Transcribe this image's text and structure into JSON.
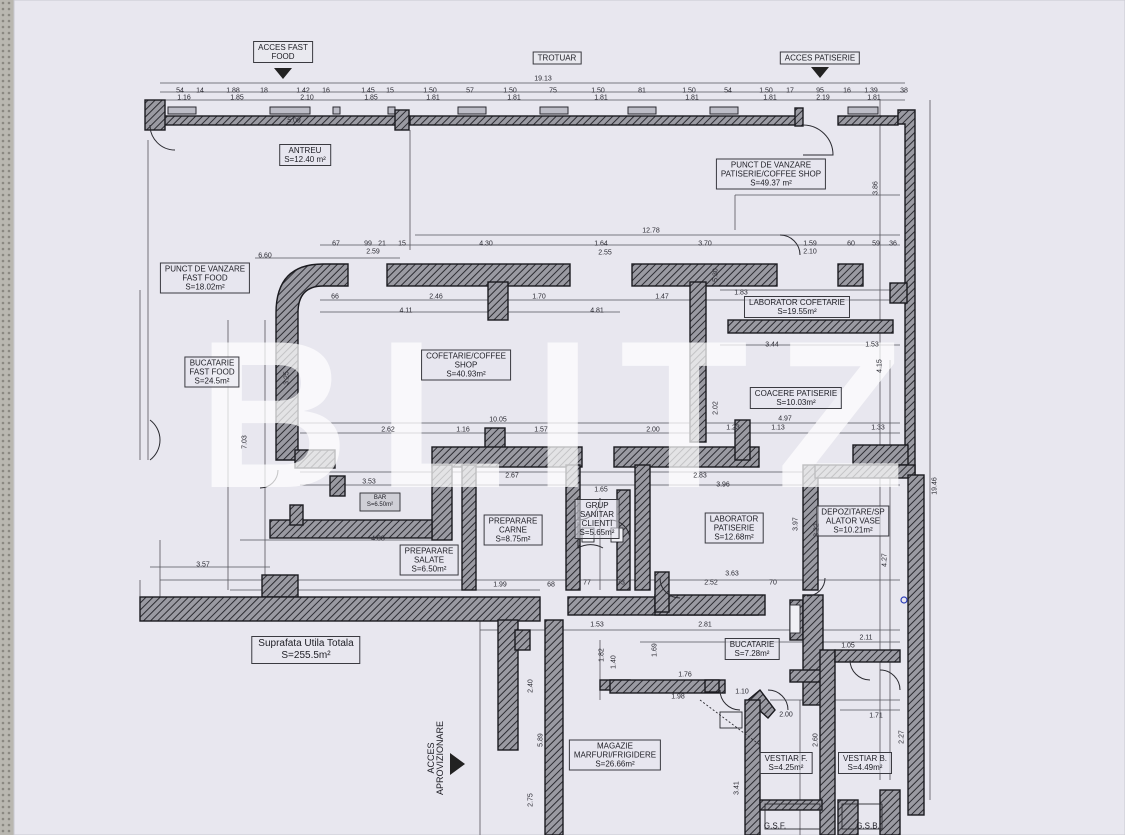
{
  "header": {
    "access_fast_food": "ACCES FAST\nFOOD",
    "sidewalk": "TROTUAR",
    "access_pastry": "ACCES PATISERIE"
  },
  "access_supply": "ACCES\nAPROVIZIONARE",
  "watermark": "BLITZ",
  "total_area": "Suprafata Utila Totala\nS=255.5m²",
  "rooms": [
    {
      "id": "antreu",
      "text": "ANTREU\nS=12.40 m²"
    },
    {
      "id": "coffee-shop-sales",
      "text": "PUNCT DE VANZARE\nPATISERIE/COFFEE SHOP\nS=49.37 m²"
    },
    {
      "id": "fast-food-sales",
      "text": "PUNCT DE VANZARE\nFAST FOOD\nS=18.02m²"
    },
    {
      "id": "pastry-lab",
      "text": "LABORATOR COFETARIE\nS=19.55m²"
    },
    {
      "id": "fast-food-kitchen",
      "text": "BUCATARIE\nFAST FOOD\nS=24.5m²"
    },
    {
      "id": "coffee-shop",
      "text": "COFETARIE/COFFEE\nSHOP\nS=40.93m²"
    },
    {
      "id": "baking",
      "text": "COACERE PATISERIE\nS=10.03m²"
    },
    {
      "id": "bar",
      "text": "BAR\nS=6.50m²"
    },
    {
      "id": "meat-prep",
      "text": "PREPARARE\nCARNE\nS=8.75m²"
    },
    {
      "id": "wc-clients",
      "text": "GRUP\nSANITAR\nCLIENTI\nS=5.65m²"
    },
    {
      "id": "pastry-lab-2",
      "text": "LABORATOR\nPATISERIE\nS=12.68m²"
    },
    {
      "id": "storage",
      "text": "DEPOZITARE/SP\nALATOR VASE\nS=10.21m²"
    },
    {
      "id": "salad-prep",
      "text": "PREPARARE\nSALATE\nS=6.50m²"
    },
    {
      "id": "kitchen",
      "text": "BUCATARIE\nS=7.28m²"
    },
    {
      "id": "warehouse",
      "text": "MAGAZIE\nMARFURI/FRIGIDERE\nS=26.66m²"
    },
    {
      "id": "locker-f",
      "text": "VESTIAR F.\nS=4.25m²"
    },
    {
      "id": "locker-b",
      "text": "VESTIAR B.\nS=4.49m²"
    },
    {
      "id": "wc-f",
      "text": "G.S.F."
    },
    {
      "id": "wc-b",
      "text": "G.S.B."
    }
  ],
  "dimensions": [
    "54",
    "1.16",
    "14",
    "1.88",
    "1.85",
    "18",
    "1.42",
    "2.10",
    "16",
    "1.45",
    "15",
    "1.85",
    "1.50",
    "1.81",
    "57",
    "1.50",
    "1.81",
    "75",
    "1.50",
    "1.81",
    "81",
    "1.50",
    "1.81",
    "54",
    "1.50",
    "1.81",
    "17",
    "95",
    "2.19",
    "16",
    "1.39",
    "1.81",
    "38",
    "19.13",
    "5.09",
    "12.78",
    "6.60",
    "67",
    "99",
    "2.59",
    "21",
    "15",
    "4.30",
    "1.64",
    "2.55",
    "3.70",
    "1.59",
    "2.10",
    "60",
    "59",
    "36",
    "66",
    "2.46",
    "1.70",
    "1.47",
    "4.81",
    "4.11",
    "1.83",
    "3.44",
    "1.53",
    "10.05",
    "2.62",
    "1.16",
    "1.57",
    "2.00",
    "1.23",
    "1.13",
    "1.33",
    "4.97",
    "2.67",
    "1.65",
    "2.83",
    "3.96",
    "3.53",
    "4.08",
    "3.57",
    "1.99",
    "68",
    "3.63",
    "2.52",
    "70",
    "77",
    "73",
    "1.53",
    "2.81",
    "1.76",
    "1.98",
    "2.11",
    "1.05",
    "1.71",
    "2.40",
    "5.89",
    "2.75",
    "3.86",
    "4.15",
    "19.46",
    "3.97",
    "4.27",
    "2.60",
    "2.27",
    "3.22",
    "7.03",
    "3.25",
    "2.02",
    "5.30",
    "1.82",
    "1.40",
    "1.69",
    "3.41",
    "1.10",
    "2.00"
  ]
}
